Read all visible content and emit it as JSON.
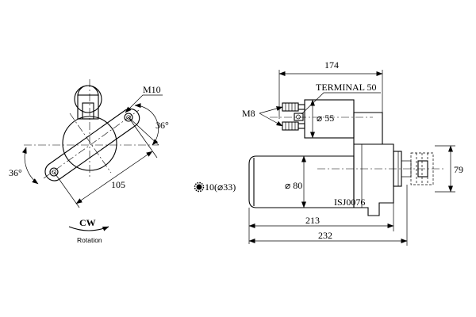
{
  "front_view": {
    "bolt_label": "M10",
    "angle_top": "36°",
    "angle_left": "36°",
    "mount_distance": "105",
    "rotation_direction": "CW",
    "rotation_label": "Rotation"
  },
  "side_view": {
    "length_terminal_span": "174",
    "terminal_label": "TERMINAL 50",
    "thread_label": "M8",
    "solenoid_diameter": "⌀ 55",
    "motor_diameter": "⌀ 80",
    "pinion_height": "79",
    "pinion_spec": "10(⌀33)",
    "part_number": "ISJ0076",
    "length_body": "213",
    "length_overall": "232"
  }
}
